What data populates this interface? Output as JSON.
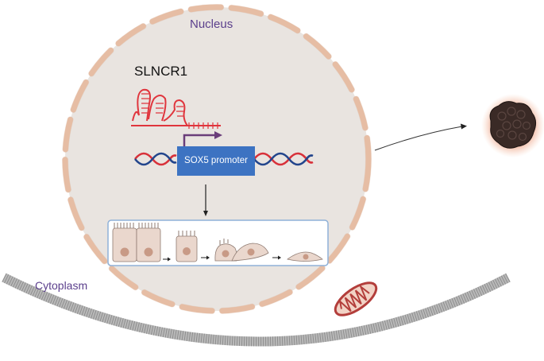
{
  "labels": {
    "nucleus": "Nucleus",
    "gene": "SLNCR1",
    "promoter": "SOX5 promoter",
    "cytoplasm": "Cytoplasm"
  },
  "icons": {
    "nucleus": "nucleus-icon",
    "lncrna": "rna-hairpin-icon",
    "dna": "dna-helix-icon",
    "emt_panel": "cell-transition-icon",
    "mitochondrion": "mitochondrion-icon",
    "tumor": "tumor-mass-icon"
  },
  "colors": {
    "nucleus_fill": "#e9e4e0",
    "nuclear_pore": "#efc6ac",
    "dna_red": "#d8313a",
    "dna_blue": "#23458c",
    "promoter_box": "#3d73c2",
    "arrow": "#6a3d7a",
    "panel_border": "#8fb1d8",
    "cell_fill": "#ead7cd",
    "tumor": "#3a2a26"
  }
}
